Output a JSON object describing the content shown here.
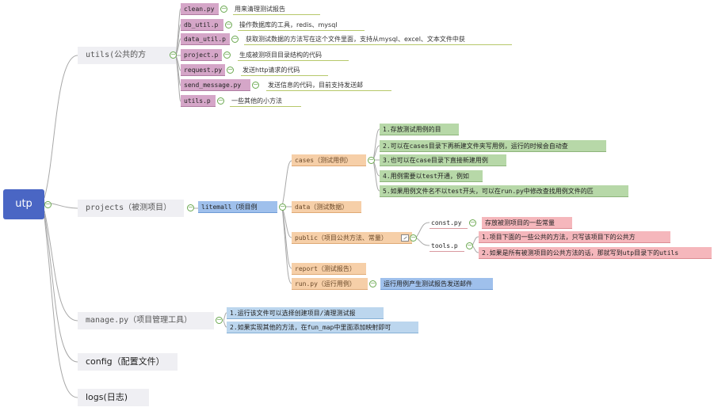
{
  "root": {
    "label": "utp"
  },
  "toggle_glyph": "−",
  "utils": {
    "label": "utils(公共的方",
    "items": [
      {
        "name": "clean.py",
        "desc": "用来清理测试报告"
      },
      {
        "name": "db_util.p",
        "desc": "操作数据库的工具，redis、mysql"
      },
      {
        "name": "data_util.p",
        "desc": "获取测试数据的方法写在这个文件里面，支持从mysql、excel、文本文件中获"
      },
      {
        "name": "project.p",
        "desc": "生成被测项目目录结构的代码"
      },
      {
        "name": "request.py",
        "desc": "发送http请求的代码"
      },
      {
        "name": "send_message.py",
        "desc": "发送信息的代码，目前支持发送邮"
      },
      {
        "name": "utils.p",
        "desc": "一些其他的小方法"
      }
    ]
  },
  "projects": {
    "label": "projects（被测项目）",
    "litemall": "litemall（项目例",
    "cases": {
      "label": "cases（测试用例）",
      "items": [
        "1.存放测试用例的目",
        "2.可以在cases目录下再新建文件夹写用例，运行的时候会自动查",
        "3.也可以在case目录下直接新建用例",
        "4.用例需要以test开通，例如",
        "5.如果用例文件名不以test开头，可以在run.py中修改查找用例文件的匹"
      ]
    },
    "data": {
      "label": "data（测试数据）"
    },
    "public": {
      "label": "public（项目公共方法、常量）",
      "const": {
        "label": "const.py",
        "desc": "存放被测项目的一些常量"
      },
      "tools": {
        "label": "tools.p",
        "items": [
          "1.项目下面的一些公共的方法，只写该项目下的公共方",
          "2.如果是所有被测项目的公共方法的话，那就写到utp目录下的utils"
        ]
      }
    },
    "report": {
      "label": "report（测试报告）"
    },
    "run": {
      "label": "run.py（运行用例）",
      "desc": "运行用例产生测试报告发送邮件"
    }
  },
  "manage": {
    "label": "manage.py（项目管理工具）",
    "items": [
      "1.运行该文件可以选择创建项目/清理测试报",
      "2.如果实现其他的方法，在fun_map中里面添加映射即可"
    ]
  },
  "config": {
    "label": "config（配置文件）"
  },
  "logs": {
    "label": "logs(日志)"
  },
  "colors": {
    "root": "#4a66c4",
    "utils_items": "#d5a6c8",
    "project_children": "#f6cfa8",
    "cases_items": "#b7d8a8",
    "litemall": "#9fc0ec",
    "manage_items": "#bcd6ee",
    "tools_items": "#f5b7bc",
    "lines": "#a8a8a8"
  }
}
